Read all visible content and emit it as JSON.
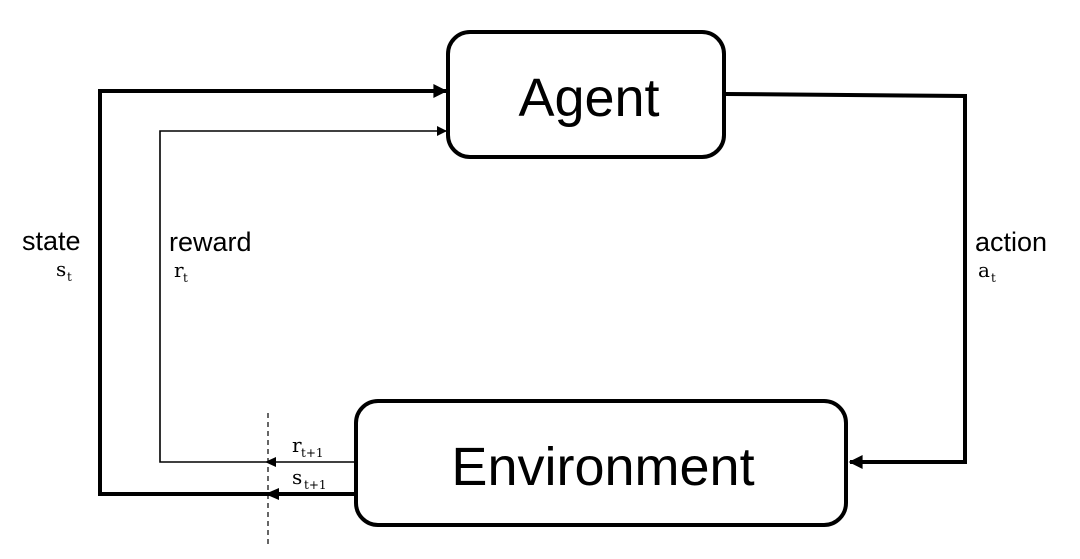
{
  "nodes": {
    "agent": {
      "label": "Agent"
    },
    "environment": {
      "label": "Environment"
    }
  },
  "edges": {
    "state": {
      "label": "state",
      "symbol": "s",
      "subscript": "t"
    },
    "reward": {
      "label": "reward",
      "symbol": "r",
      "subscript": "t"
    },
    "action": {
      "label": "action",
      "symbol": "a",
      "subscript": "t"
    },
    "next_reward": {
      "symbol": "r",
      "subscript": "t+1"
    },
    "next_state": {
      "symbol": "s",
      "subscript": "t+1"
    }
  }
}
